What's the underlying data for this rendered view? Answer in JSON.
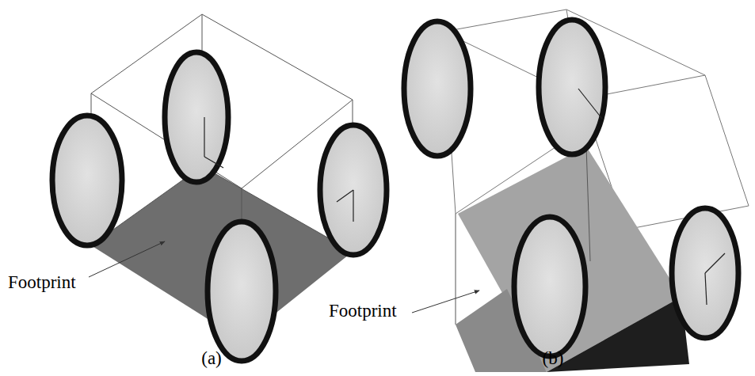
{
  "diagram": {
    "labels": [
      "Footprint",
      "Footprint",
      "(a)",
      "(b)"
    ]
  }
}
